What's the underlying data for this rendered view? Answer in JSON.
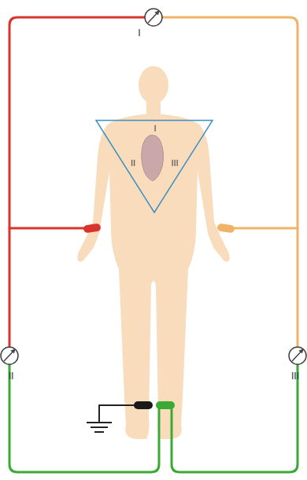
{
  "diagram": {
    "labels": [
      "I",
      "II",
      "III",
      "I",
      "II",
      "III"
    ]
  }
}
